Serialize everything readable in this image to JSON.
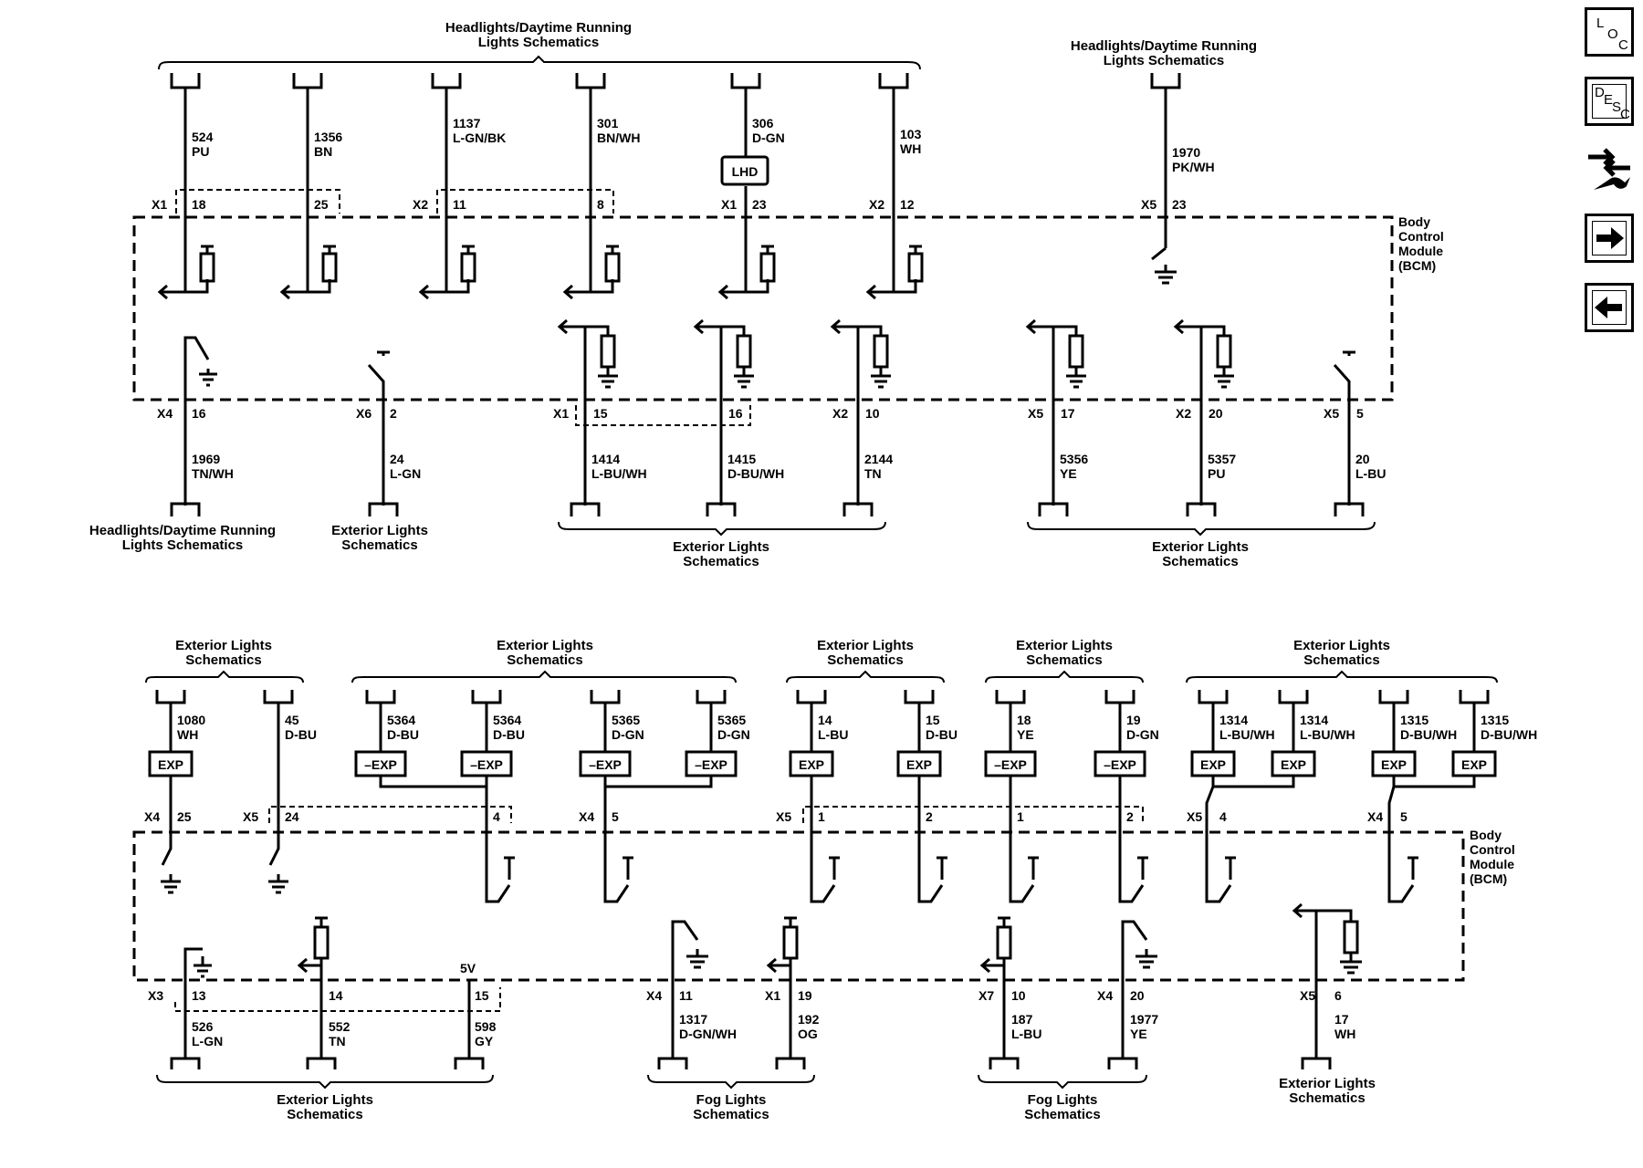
{
  "nav": {
    "loc": [
      "L",
      "O",
      "C"
    ],
    "desc": [
      "D",
      "E",
      "S",
      "C"
    ]
  },
  "bcm_label": [
    "Body",
    "Control",
    "Module",
    "(BCM)"
  ],
  "top": {
    "titles": [
      {
        "lines": [
          "Headlights/Daytime Running",
          "Lights Schematics"
        ]
      },
      {
        "lines": [
          "Headlights/Daytime Running",
          "Lights Schematics"
        ]
      },
      {
        "lines": [
          "Headlights/Daytime Running",
          "Lights Schematics"
        ]
      },
      {
        "lines": [
          "Exterior Lights",
          "Schematics"
        ]
      },
      {
        "lines": [
          "Exterior Lights",
          "Schematics"
        ]
      },
      {
        "lines": [
          "Exterior Lights",
          "Schematics"
        ]
      }
    ],
    "inputs": [
      {
        "circuit": "524",
        "color": "PU",
        "conn": "X1",
        "pin": "18"
      },
      {
        "circuit": "1356",
        "color": "BN",
        "conn": "",
        "pin": "25"
      },
      {
        "circuit": "1137",
        "color": "L-GN/BK",
        "conn": "X2",
        "pin": "11"
      },
      {
        "circuit": "301",
        "color": "BN/WH",
        "conn": "",
        "pin": "8"
      },
      {
        "circuit": "306",
        "color": "D-GN",
        "conn": "X1",
        "pin": "23",
        "badge": "LHD"
      },
      {
        "circuit": "103",
        "color": "WH",
        "conn": "X2",
        "pin": "12"
      },
      {
        "circuit": "1970",
        "color": "PK/WH",
        "conn": "X5",
        "pin": "23"
      }
    ],
    "outputs": [
      {
        "circuit": "1969",
        "color": "TN/WH",
        "conn": "X4",
        "pin": "16"
      },
      {
        "circuit": "24",
        "color": "L-GN",
        "conn": "X6",
        "pin": "2"
      },
      {
        "circuit": "1414",
        "color": "L-BU/WH",
        "conn": "X1",
        "pin": "15"
      },
      {
        "circuit": "1415",
        "color": "D-BU/WH",
        "conn": "",
        "pin": "16"
      },
      {
        "circuit": "2144",
        "color": "TN",
        "conn": "X2",
        "pin": "10"
      },
      {
        "circuit": "5356",
        "color": "YE",
        "conn": "X5",
        "pin": "17"
      },
      {
        "circuit": "5357",
        "color": "PU",
        "conn": "X2",
        "pin": "20"
      },
      {
        "circuit": "20",
        "color": "L-BU",
        "conn": "X5",
        "pin": "5"
      }
    ]
  },
  "bottom": {
    "titles": [
      {
        "lines": [
          "Exterior Lights",
          "Schematics"
        ]
      },
      {
        "lines": [
          "Exterior Lights",
          "Schematics"
        ]
      },
      {
        "lines": [
          "Exterior Lights",
          "Schematics"
        ]
      },
      {
        "lines": [
          "Exterior Lights",
          "Schematics"
        ]
      },
      {
        "lines": [
          "Exterior Lights",
          "Schematics"
        ]
      },
      {
        "lines": [
          "Exterior Lights",
          "Schematics"
        ]
      },
      {
        "lines": [
          "Fog Lights",
          "Schematics"
        ]
      },
      {
        "lines": [
          "Fog Lights",
          "Schematics"
        ]
      },
      {
        "lines": [
          "Exterior Lights",
          "Schematics"
        ]
      }
    ],
    "inputs": [
      {
        "circuit": "1080",
        "color": "WH",
        "badge": "EXP",
        "conn": "X4",
        "pin": "25"
      },
      {
        "circuit": "45",
        "color": "D-BU",
        "badge": "",
        "conn": "X5",
        "pin": "24"
      },
      {
        "circuit": "5364",
        "color": "D-BU",
        "badge": "–EXP",
        "conn": "",
        "pin": ""
      },
      {
        "circuit": "5364",
        "color": "D-BU",
        "badge": "–EXP",
        "conn": "",
        "pin": "4"
      },
      {
        "circuit": "5365",
        "color": "D-GN",
        "badge": "–EXP",
        "conn": "X4",
        "pin": "5"
      },
      {
        "circuit": "5365",
        "color": "D-GN",
        "badge": "–EXP",
        "conn": "",
        "pin": ""
      },
      {
        "circuit": "14",
        "color": "L-BU",
        "badge": "EXP",
        "conn": "X5",
        "pin": "1"
      },
      {
        "circuit": "15",
        "color": "D-BU",
        "badge": "EXP",
        "conn": "",
        "pin": "2"
      },
      {
        "circuit": "18",
        "color": "YE",
        "badge": "–EXP",
        "conn": "",
        "pin": "1"
      },
      {
        "circuit": "19",
        "color": "D-GN",
        "badge": "–EXP",
        "conn": "",
        "pin": "2"
      },
      {
        "circuit": "1314",
        "color": "L-BU/WH",
        "badge": "EXP",
        "conn": "X5",
        "pin": "4"
      },
      {
        "circuit": "1314",
        "color": "L-BU/WH",
        "badge": "EXP",
        "conn": "",
        "pin": ""
      },
      {
        "circuit": "1315",
        "color": "D-BU/WH",
        "badge": "EXP",
        "conn": "X4",
        "pin": "5"
      },
      {
        "circuit": "1315",
        "color": "D-BU/WH",
        "badge": "EXP",
        "conn": "",
        "pin": ""
      }
    ],
    "outputs": [
      {
        "circuit": "526",
        "color": "L-GN",
        "conn": "X3",
        "pin": "13"
      },
      {
        "circuit": "552",
        "color": "TN",
        "conn": "",
        "pin": "14"
      },
      {
        "circuit": "598",
        "color": "GY",
        "conn": "",
        "pin": "15",
        "supply": "5V"
      },
      {
        "circuit": "1317",
        "color": "D-GN/WH",
        "conn": "X4",
        "pin": "11"
      },
      {
        "circuit": "192",
        "color": "OG",
        "conn": "X1",
        "pin": "19"
      },
      {
        "circuit": "187",
        "color": "L-BU",
        "conn": "X7",
        "pin": "10"
      },
      {
        "circuit": "1977",
        "color": "YE",
        "conn": "X4",
        "pin": "20"
      },
      {
        "circuit": "17",
        "color": "WH",
        "conn": "X5",
        "pin": "6"
      }
    ]
  }
}
